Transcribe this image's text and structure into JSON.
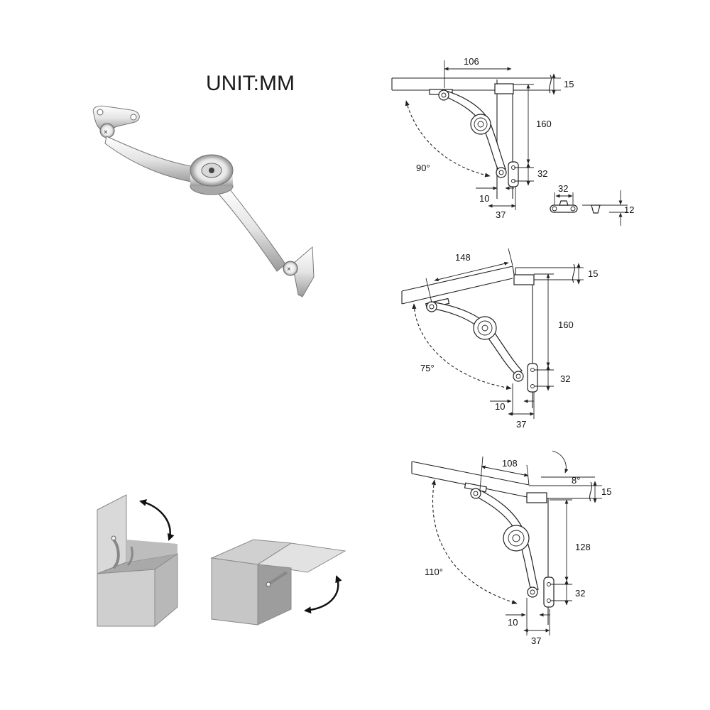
{
  "title": "UNIT:MM",
  "diagram_a": {
    "angle": "90°",
    "dim_top": "106",
    "dim_thickness": "15",
    "dim_height": "160",
    "dim_hole_spacing": "32",
    "dim_offset": "10",
    "dim_width": "37"
  },
  "mount_plate": {
    "dim_hole_spacing": "32",
    "dim_height": "12"
  },
  "diagram_b": {
    "angle": "75°",
    "dim_top": "148",
    "dim_thickness": "15",
    "dim_height": "160",
    "dim_hole_spacing": "32",
    "dim_offset": "10",
    "dim_width": "37"
  },
  "diagram_c": {
    "angle": "110°",
    "tilt_angle": "8°",
    "dim_top": "108",
    "dim_thickness": "15",
    "dim_height": "128",
    "dim_hole_spacing": "32",
    "dim_offset": "10",
    "dim_width": "37"
  },
  "colors": {
    "line": "#222222",
    "metal_light": "#f2f2f2",
    "metal_dark": "#9a9a9a",
    "box_grey": "#c8c8c8"
  }
}
